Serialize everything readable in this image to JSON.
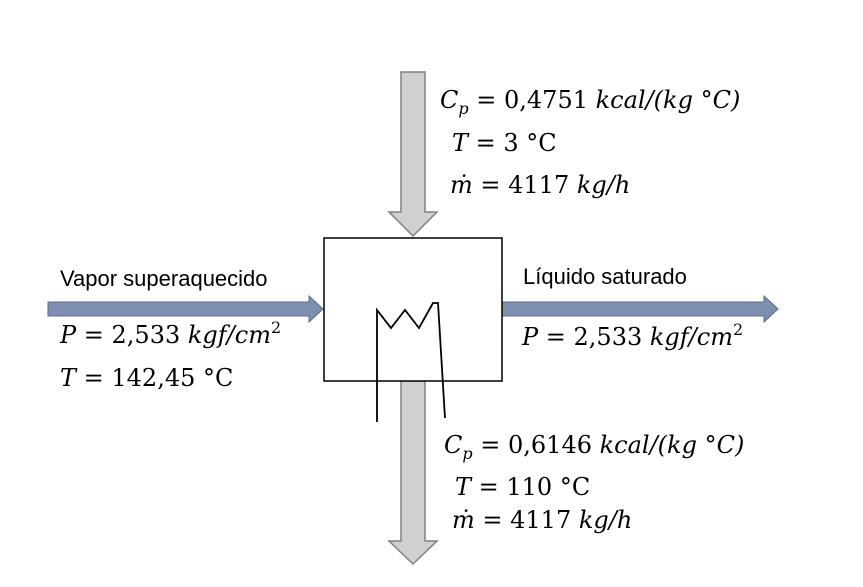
{
  "top_stream": {
    "cp_value": "0,4751",
    "cp_unit": "kcal/(kg °C)",
    "t_value": "3 °C",
    "m_value": "4117",
    "m_unit": "kg/h"
  },
  "left_stream": {
    "label": "Vapor superaquecido",
    "p_value": "2,533",
    "p_unit": "kgf/cm",
    "p_exp": "2",
    "t_value": "142,45 °C"
  },
  "right_stream": {
    "label": "Líquido saturado",
    "p_value": "2,533",
    "p_unit": "kgf/cm",
    "p_exp": "2"
  },
  "bottom_stream": {
    "cp_value": "0,6146",
    "cp_unit": "kcal/(kg °C)",
    "t_value": "110 °C",
    "m_value": "4117",
    "m_unit": "kg/h"
  },
  "colors": {
    "vertical_arrow_fill": "#d0d0d0",
    "vertical_arrow_stroke": "#808080",
    "horizontal_arrow_fill": "#7f8fb0",
    "horizontal_arrow_stroke": "#5c6a8a"
  }
}
